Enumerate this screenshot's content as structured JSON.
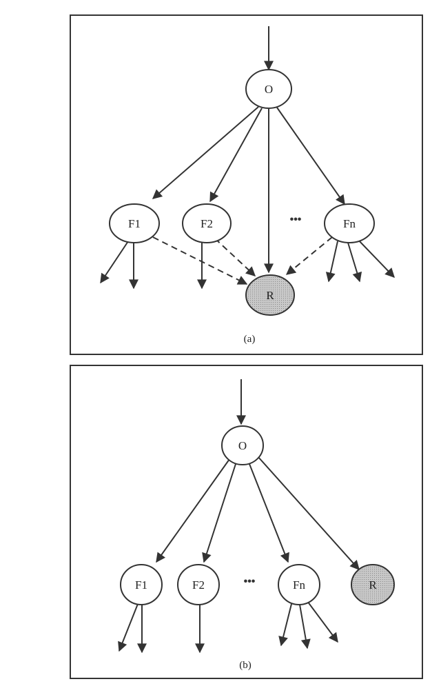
{
  "colors": {
    "line": "#333333",
    "shaded_node": "#b8b8b8",
    "node_fill": "#ffffff"
  },
  "panel_a": {
    "nodes": {
      "o": "O",
      "f1": "F1",
      "f2": "F2",
      "fn": "Fn",
      "r": "R"
    },
    "ellipsis": "•••",
    "caption": "(a)"
  },
  "panel_b": {
    "nodes": {
      "o": "O",
      "f1": "F1",
      "f2": "F2",
      "fn": "Fn",
      "r": "R"
    },
    "ellipsis": "•••",
    "caption": "(b)"
  }
}
